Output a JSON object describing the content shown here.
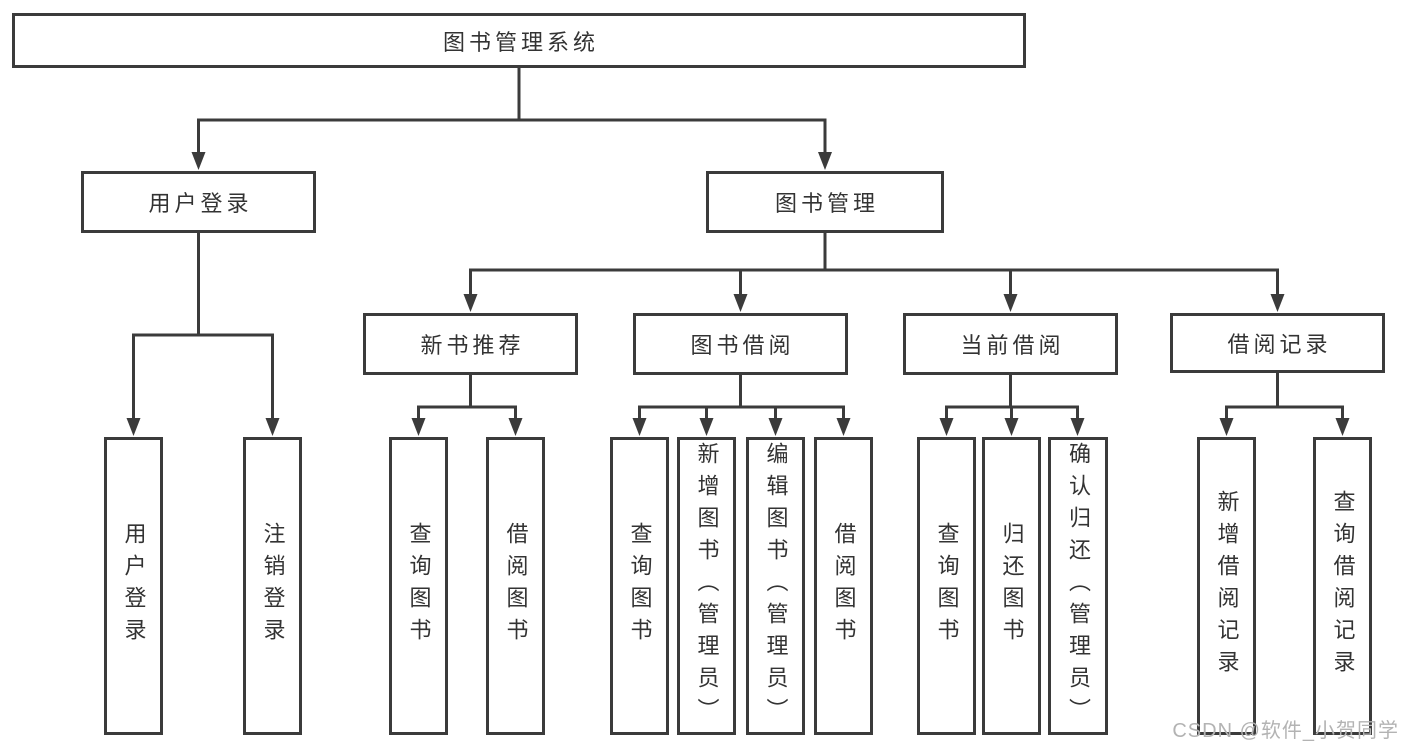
{
  "diagram": {
    "root": "图书管理系统",
    "branches": [
      {
        "label": "用户登录",
        "children": [
          "用户登录",
          "注销登录"
        ]
      },
      {
        "label": "图书管理",
        "groups": [
          {
            "label": "新书推荐",
            "children": [
              "查询图书",
              "借阅图书"
            ]
          },
          {
            "label": "图书借阅",
            "children": [
              "查询图书",
              "新增图书（管理员）",
              "编辑图书（管理员）",
              "借阅图书"
            ]
          },
          {
            "label": "当前借阅",
            "children": [
              "查询图书",
              "归还图书",
              "确认归还（管理员）"
            ]
          },
          {
            "label": "借阅记录",
            "children": [
              "新增借阅记录",
              "查询借阅记录"
            ]
          }
        ]
      }
    ]
  },
  "watermark": "CSDN @软件_小贺同学",
  "colors": {
    "line": "#3b3b3b",
    "text": "#333333",
    "watermark": "#b3b3b3",
    "background": "#ffffff"
  }
}
